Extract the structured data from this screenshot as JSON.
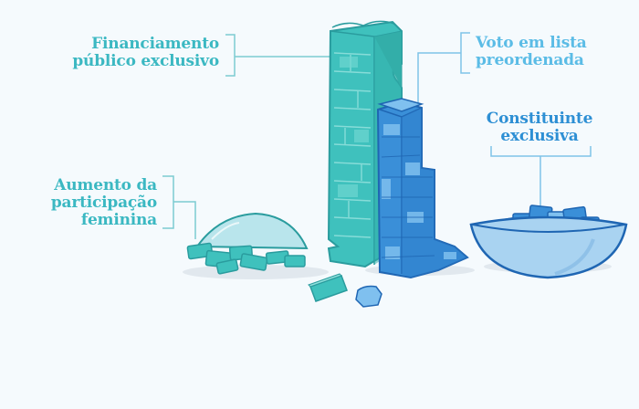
{
  "colors": {
    "background": "#f5fafd",
    "teal_label": "#3bb8c2",
    "light_blue_label": "#5bbce6",
    "blue_label": "#2d8fd4",
    "teal_tower": "#3fc1bd",
    "teal_dark": "#2a9c9e",
    "blue_tower": "#3a8fd8",
    "blue_dark": "#1f66b3",
    "bowl": "#a9d3f1",
    "dome": "#b9e5ec"
  },
  "labels": {
    "financiamento": {
      "lines": [
        "Financiamento",
        "público exclusivo"
      ]
    },
    "voto": {
      "lines": [
        "Voto em lista",
        "preordenada"
      ]
    },
    "constituinte": {
      "lines": [
        "Constituinte",
        "exclusiva"
      ]
    },
    "aumento": {
      "lines": [
        "Aumento da",
        "participação",
        "feminina"
      ]
    }
  },
  "illustrations": [
    {
      "name": "teal-brick-tower",
      "represents": "Financiamento público exclusivo"
    },
    {
      "name": "blue-brick-tower",
      "represents": "Voto em lista preordenada"
    },
    {
      "name": "bowl-of-blue-bricks",
      "represents": "Constituinte exclusiva"
    },
    {
      "name": "dome-with-teal-bricks",
      "represents": "Aumento da participação feminina"
    },
    {
      "name": "loose-bricks",
      "represents": "scattered pieces"
    }
  ]
}
